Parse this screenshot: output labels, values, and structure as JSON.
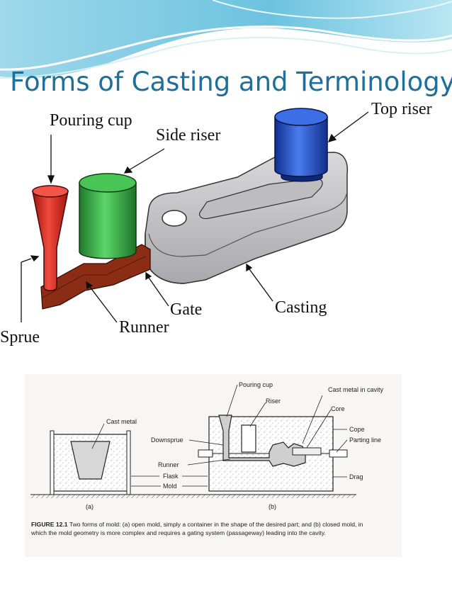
{
  "slide": {
    "title": "Forms of Casting and Terminology"
  },
  "diagram_3d": {
    "labels": {
      "pouring_cup": "Pouring cup",
      "side_riser": "Side riser",
      "top_riser": "Top riser",
      "sprue": "Sprue",
      "runner": "Runner",
      "gate": "Gate",
      "casting": "Casting"
    },
    "colors": {
      "pouring_cup": "#e8322a",
      "side_riser": "#2fae3c",
      "top_riser": "#2f5cd6",
      "runner": "#8b2d14",
      "casting": "#c9c9cb"
    }
  },
  "figure_12_1": {
    "labels": {
      "pouring_cup": "Pouring cup",
      "cast_metal_in_cavity": "Cast metal in cavity",
      "riser": "Riser",
      "core": "Core",
      "cast_metal": "Cast metal",
      "downsprue": "Downsprue",
      "cope": "Cope",
      "parting_line": "Parting line",
      "runner": "Runner",
      "flask": "Flask",
      "mold": "Mold",
      "drag": "Drag",
      "a": "(a)",
      "b": "(b)"
    },
    "caption": {
      "number": "FIGURE 12.1",
      "text": "Two forms of mold: (a) open mold, simply a container in the shape of the desired part; and (b) closed mold, in which the mold geometry is more complex and requires a gating system (passageway) leading into the cavity."
    }
  }
}
